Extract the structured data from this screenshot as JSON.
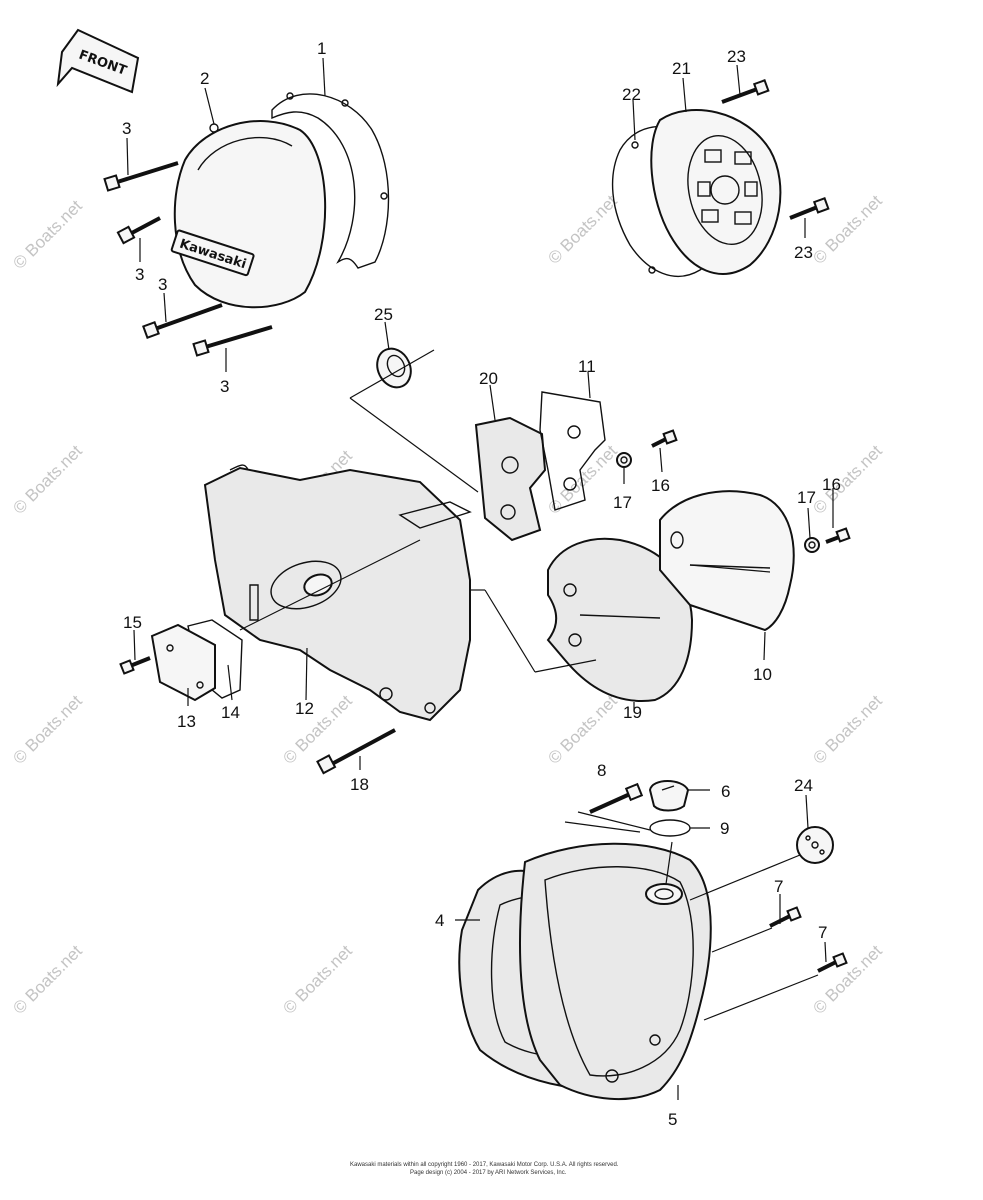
{
  "front_label": "FRONT",
  "cover_logo": "Kawasaki",
  "watermark": "© Boats.net",
  "copyright": {
    "line1": "Kawasaki materials within all copyright 1960 - 2017, Kawasaki Motor Corp. U.S.A. All rights reserved.",
    "line2": "Page design (c) 2004 - 2017 by ARI Network Services, Inc."
  },
  "callouts": {
    "c1": "1",
    "c2": "2",
    "c3a": "3",
    "c3b": "3",
    "c3c": "3",
    "c3d": "3",
    "c4": "4",
    "c5": "5",
    "c6": "6",
    "c7a": "7",
    "c7b": "7",
    "c8": "8",
    "c9": "9",
    "c10": "10",
    "c11": "11",
    "c12": "12",
    "c13": "13",
    "c14": "14",
    "c15": "15",
    "c16a": "16",
    "c16b": "16",
    "c17a": "17",
    "c17b": "17",
    "c18": "18",
    "c19": "19",
    "c20": "20",
    "c21": "21",
    "c22": "22",
    "c23a": "23",
    "c23b": "23",
    "c24": "24",
    "c25": "25"
  }
}
